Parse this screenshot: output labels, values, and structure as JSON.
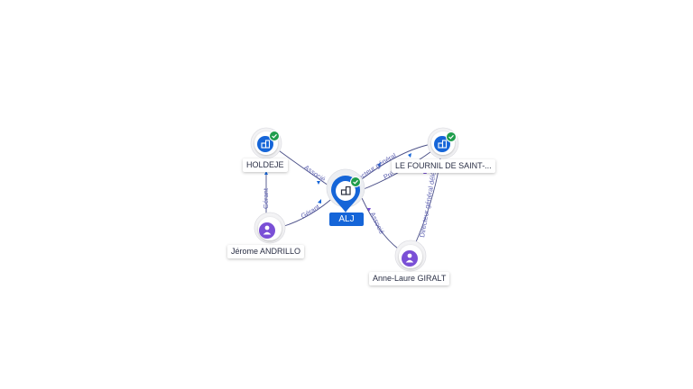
{
  "nodes": [
    {
      "id": "alj",
      "label": "ALJ",
      "kind": "company",
      "center": true,
      "verified": true
    },
    {
      "id": "holdeje",
      "label": "HOLDEJE",
      "kind": "company",
      "verified": true
    },
    {
      "id": "fournil",
      "label": "LE FOURNIL DE SAINT-...",
      "kind": "company",
      "verified": true
    },
    {
      "id": "andrillo",
      "label": "Jérome ANDRILLO",
      "kind": "person"
    },
    {
      "id": "giralt",
      "label": "Anne-Laure GIRALT",
      "kind": "person"
    }
  ],
  "edges": [
    {
      "from": "holdeje",
      "to": "alj",
      "label": "Associé"
    },
    {
      "from": "andrillo",
      "to": "alj",
      "label": "Gérant"
    },
    {
      "from": "andrillo",
      "to": "holdeje",
      "label": "Gérant"
    },
    {
      "from": "alj",
      "to": "fournil",
      "label": "Directeur général"
    },
    {
      "from": "alj",
      "to": "fournil",
      "label": "Président"
    },
    {
      "from": "giralt",
      "to": "alj",
      "label": "Associé"
    },
    {
      "from": "giralt",
      "to": "fournil",
      "label": "Directeur général délégué"
    }
  ],
  "colors": {
    "company": "#1565d8",
    "person": "#7a4fd6",
    "verified": "#1f9d4c",
    "edge": "#4a4f87",
    "edge_label": "#5b5fb0"
  },
  "icons": {
    "company": "building-icon",
    "person": "person-icon",
    "verified": "check-badge-icon"
  }
}
